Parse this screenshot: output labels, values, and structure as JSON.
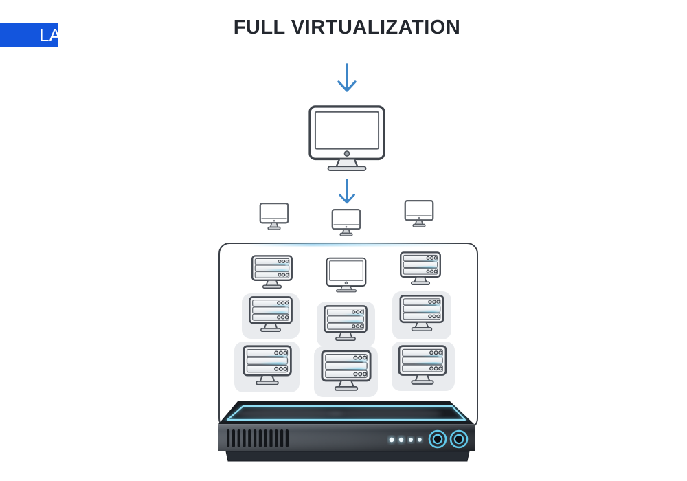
{
  "badge": {
    "label": "LA"
  },
  "title": {
    "text": "FULL VIRTUALIZATION"
  },
  "colors": {
    "badge_blue": "#1355dd",
    "arrow_blue": "#3e86c7",
    "glow_cyan": "#62c9ea",
    "outline_dark": "#3f444b",
    "card_gray": "#e9ebee",
    "chassis_front": "#3c424a",
    "chassis_top": "#181c21",
    "title_color": "#23272e"
  },
  "diagram": {
    "description": "Full virtualization stack: guest machine above, three virtual monitors, hypervisor box containing nine virtual server instances, physical server hardware below",
    "flow_arrows": 2,
    "guest_monitor_count": 1,
    "small_monitor_count": 3,
    "hypervisor_rows": [
      [
        "server",
        "monitor",
        "server"
      ],
      [
        "server",
        "server",
        "server"
      ],
      [
        "server",
        "server",
        "server"
      ]
    ],
    "physical_server": {
      "vent_count": 12,
      "led_count": 4,
      "port_count": 2
    }
  }
}
